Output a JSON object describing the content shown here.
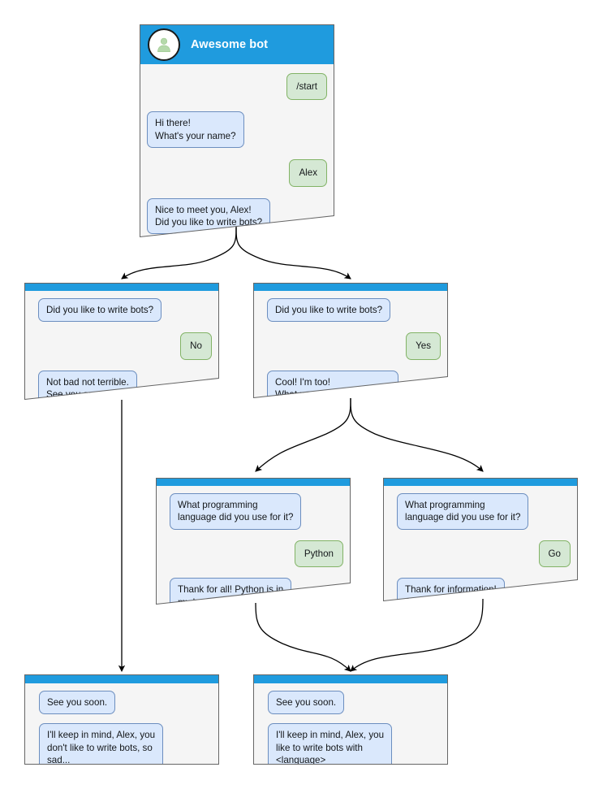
{
  "diagram": {
    "type": "bot-conversation-flow",
    "title": "Awesome bot conversation flow",
    "colors": {
      "titlebar": "#1f9bde",
      "card_background": "#f5f5f5",
      "card_border": "#666666",
      "bot_bubble_fill": "#dae8fc",
      "bot_bubble_border": "#6c8ebf",
      "user_bubble_fill": "#d5e8d4",
      "user_bubble_border": "#82b366",
      "avatar_fill": "#ffffff",
      "avatar_border": "#1a1a1a",
      "avatar_glyph": "#b5d9ab",
      "edge": "#000000",
      "page_background": "#ffffff"
    }
  },
  "nodes": {
    "root": {
      "id": "root",
      "header": {
        "title": "Awesome bot",
        "avatar_icon": "person-avatar-icon"
      },
      "messages": [
        {
          "from": "user",
          "text": "/start"
        },
        {
          "from": "bot",
          "text": "Hi there!\nWhat's your name?"
        },
        {
          "from": "user",
          "text": "Alex"
        },
        {
          "from": "bot",
          "text": "Nice to meet you, Alex!\nDid you like to write bots?"
        }
      ]
    },
    "no_branch": {
      "id": "no-branch",
      "messages": [
        {
          "from": "bot",
          "text": "Did you like to write bots?"
        },
        {
          "from": "user",
          "text": "No"
        },
        {
          "from": "bot",
          "text": "Not bad not terrible.\nSee you soon."
        }
      ]
    },
    "yes_branch": {
      "id": "yes-branch",
      "messages": [
        {
          "from": "bot",
          "text": "Did you like to write bots?"
        },
        {
          "from": "user",
          "text": "Yes"
        },
        {
          "from": "bot",
          "text": "Cool! I'm too!\nWhat programming\nlanguage did you use for it?"
        }
      ]
    },
    "python_branch": {
      "id": "python-branch",
      "messages": [
        {
          "from": "bot",
          "text": "What programming\nlanguage did you use for it?"
        },
        {
          "from": "user",
          "text": "Python"
        },
        {
          "from": "bot",
          "text": "Thank for all! Python is in\nmy hearth!\nSee you soon."
        }
      ]
    },
    "go_branch": {
      "id": "go-branch",
      "messages": [
        {
          "from": "bot",
          "text": "What programming\nlanguage did you use for it?"
        },
        {
          "from": "user",
          "text": "Go"
        },
        {
          "from": "bot",
          "text": "Thank for information!\nSee you soon."
        }
      ]
    },
    "end_sad": {
      "id": "end-sad",
      "messages": [
        {
          "from": "bot",
          "text": "See you soon."
        },
        {
          "from": "bot",
          "text": "I'll keep in mind, Alex, you\ndon't like to write bots, so\nsad..."
        }
      ]
    },
    "end_happy": {
      "id": "end-happy",
      "messages": [
        {
          "from": "bot",
          "text": "See you soon."
        },
        {
          "from": "bot",
          "text": "I'll keep in mind, Alex, you\nlike to write bots with\n<language>"
        }
      ]
    }
  }
}
